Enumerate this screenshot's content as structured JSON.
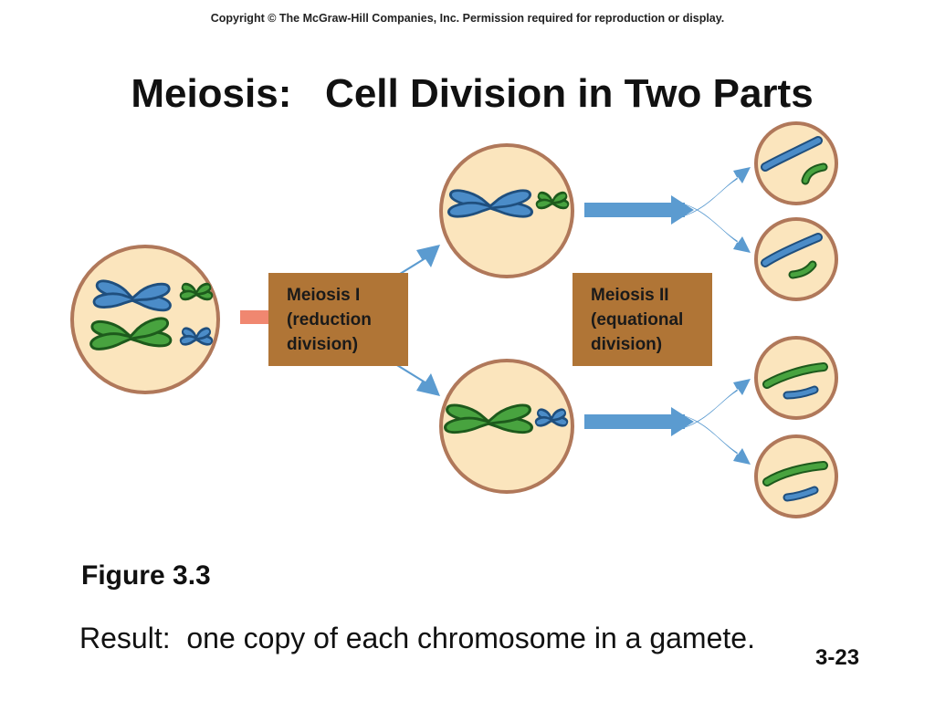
{
  "copyright": "Copyright  © The McGraw-Hill Companies, Inc.  Permission required for reproduction or display.",
  "title": "Meiosis:   Cell Division in Two Parts",
  "meiosis1": {
    "lines": [
      "Meiosis I",
      "(reduction",
      "division)"
    ]
  },
  "meiosis2": {
    "lines": [
      "Meiosis II",
      "(equational",
      "division)"
    ]
  },
  "figure_label": "Figure 3.3",
  "result": "Result:  one copy of each chromosome in a gamete.",
  "slide_number": "3-23",
  "colors": {
    "cell_fill": "#fbe5bd",
    "cell_outline": "#b0785a",
    "blue_chromosome": "#4b8cc8",
    "green_chromosome": "#48a33f",
    "arrow": "#5b9bd0",
    "start_arrow": "#f08770",
    "phase_box": "#b07536"
  },
  "icons": {
    "cell": "cell-circle",
    "chromosome": "x-shaped-chromosome",
    "arrow": "branching-arrow"
  }
}
